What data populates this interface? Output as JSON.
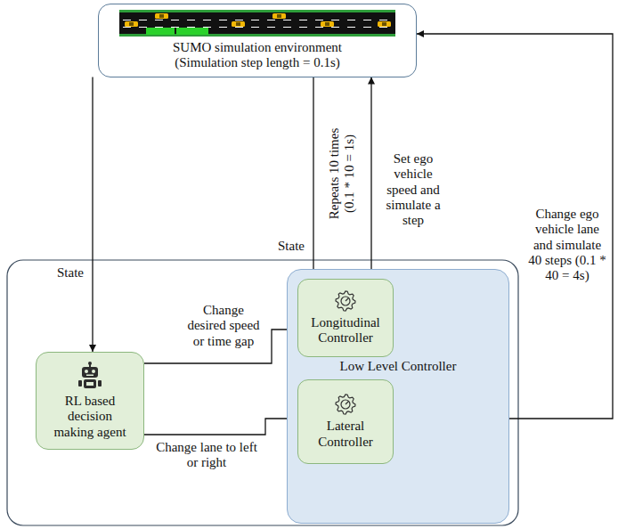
{
  "diagram": {
    "nodes": [
      {
        "text": [
          "SUMO simulation environment (Simulation step length = 0.1s)"
        ]
      },
      {
        "text": [
          "RL based decision making agent"
        ]
      },
      {
        "text": [
          "Low Level Controller"
        ]
      },
      {
        "text": [
          "Longitudinal Controller"
        ],
        "in": 2
      },
      {
        "text": [
          "Lateral Controller"
        ],
        "in": 2
      }
    ],
    "edges": [
      {
        "from": 0,
        "to": 1,
        "arrow": "to",
        "label": "State"
      },
      {
        "from": 0,
        "to": 3,
        "arrow": "to",
        "label": "State"
      },
      {
        "from": 3,
        "to": 0,
        "arrow": "to",
        "label": "Set ego vehicle speed and simulate a step"
      },
      {
        "from": 1,
        "to": 3,
        "arrow": "to",
        "label": "Change desired speed or time gap"
      },
      {
        "from": 1,
        "to": 4,
        "arrow": "to",
        "label": "Change lane to left or right"
      },
      {
        "from": 4,
        "to": 0,
        "arrow": "to",
        "label": "Change ego vehicle lane and simulate 40 steps (0.1 * 40 = 4s)"
      }
    ],
    "labels": [
      "Repeats 10 times (0.1 * 10 = 1s)"
    ]
  }
}
